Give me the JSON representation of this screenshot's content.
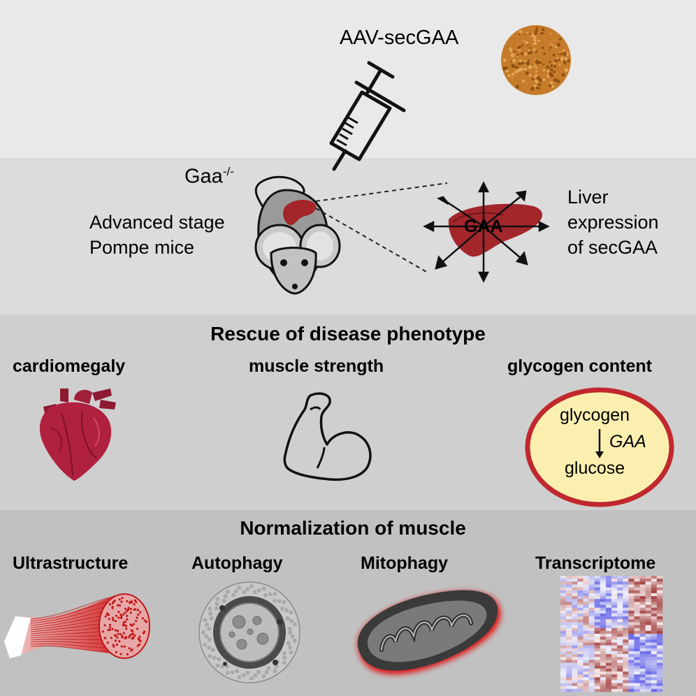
{
  "top": {
    "vector_label": "AAV-secGAA"
  },
  "mouse": {
    "genotype": "Gaa",
    "genotype_sup": "-/-",
    "stage_line1": "Advanced stage",
    "stage_line2": "Pompe mice"
  },
  "liver": {
    "enzyme": "GAA",
    "caption_line1": "Liver",
    "caption_line2": "expression",
    "caption_line3": "of secGAA"
  },
  "rescue": {
    "title": "Rescue of disease phenotype",
    "items": [
      "cardiomegaly",
      "muscle strength",
      "glycogen content"
    ],
    "glycogen_diagram": {
      "substrate": "glycogen",
      "enzyme": "GAA",
      "product": "glucose"
    }
  },
  "normalization": {
    "title": "Normalization of muscle",
    "items": [
      "Ultrastructure",
      "Autophagy",
      "Mitophagy",
      "Transcriptome"
    ]
  },
  "colors": {
    "liver": "#a3262b",
    "heart": "#b0203f",
    "virus": "#c57b2a",
    "cell_fill": "#fbefb0",
    "cell_border": "#c0282d",
    "heatmap_blue": "#5a5ae6",
    "heatmap_red": "#9a2e2e"
  }
}
